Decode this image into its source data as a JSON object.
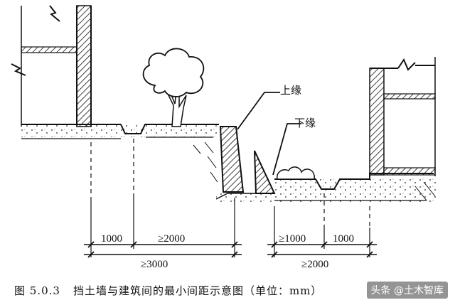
{
  "labels": {
    "upper_edge": "上缘",
    "lower_edge": "下缘"
  },
  "dimensions": {
    "left_gap": "1000",
    "left_clear": "≥2000",
    "left_total": "≥3000",
    "right_clear": "≥1000",
    "right_gap": "1000",
    "right_total": "≥2000"
  },
  "caption": {
    "figure_no": "图 5.0.3",
    "title": "挡土墙与建筑间的最小间距示意图（单位：mm）"
  },
  "watermark": "头条 @土木智库"
}
